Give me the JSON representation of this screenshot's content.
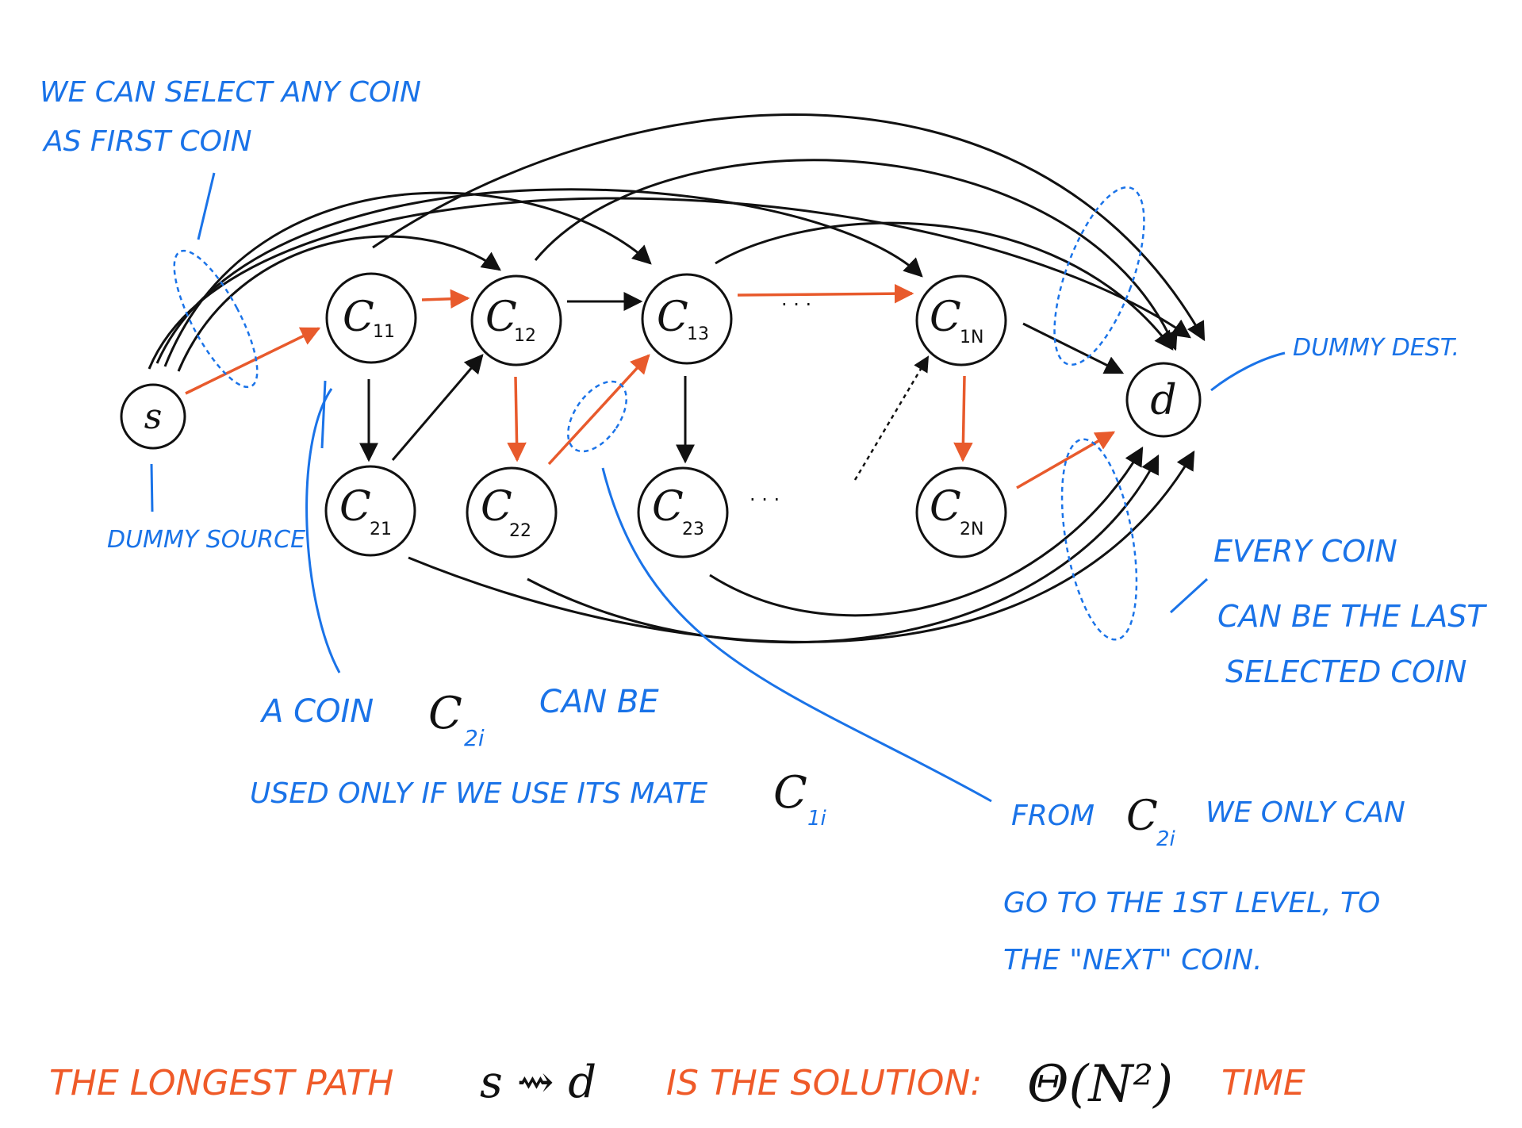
{
  "colors": {
    "ink": "#111111",
    "annotation": "#1a73e8",
    "highlight": "#e85a2c"
  },
  "nodes": {
    "source": "s",
    "dest": "d",
    "c11": {
      "base": "C",
      "sub": "11"
    },
    "c12": {
      "base": "C",
      "sub": "12"
    },
    "c13": {
      "base": "C",
      "sub": "13"
    },
    "c1n": {
      "base": "C",
      "sub": "1N"
    },
    "c21": {
      "base": "C",
      "sub": "21"
    },
    "c22": {
      "base": "C",
      "sub": "22"
    },
    "c23": {
      "base": "C",
      "sub": "23"
    },
    "c2n": {
      "base": "C",
      "sub": "2N"
    }
  },
  "ellipsis": "· · ·",
  "annotations": {
    "first_coin_1": "WE CAN SELECT ANY COIN",
    "first_coin_2": "AS FIRST COIN",
    "dummy_source": "DUMMY SOURCE",
    "dummy_dest": "DUMMY DEST.",
    "last_coin_1": "EVERY COIN",
    "last_coin_2": "CAN BE THE LAST",
    "last_coin_3": "SELECTED COIN",
    "c2i_1a": "A COIN",
    "c2i_1b": "C",
    "c2i_1sub": "2i",
    "c2i_1c": "CAN BE",
    "c2i_2a": "USED ONLY IF WE USE ITS MATE",
    "c2i_2b": "C",
    "c2i_2sub": "1i",
    "from_1a": "FROM",
    "from_1b": "C",
    "from_1sub": "2i",
    "from_1c": "WE ONLY CAN",
    "from_2": "GO TO THE 1ST LEVEL, TO",
    "from_3": "THE \"NEXT\" COIN."
  },
  "conclusion": {
    "part1": "THE LONGEST PATH",
    "part2": "s ⇝ d",
    "part3": "IS THE SOLUTION:",
    "part4": "Θ(N²)",
    "part5": "TIME"
  }
}
